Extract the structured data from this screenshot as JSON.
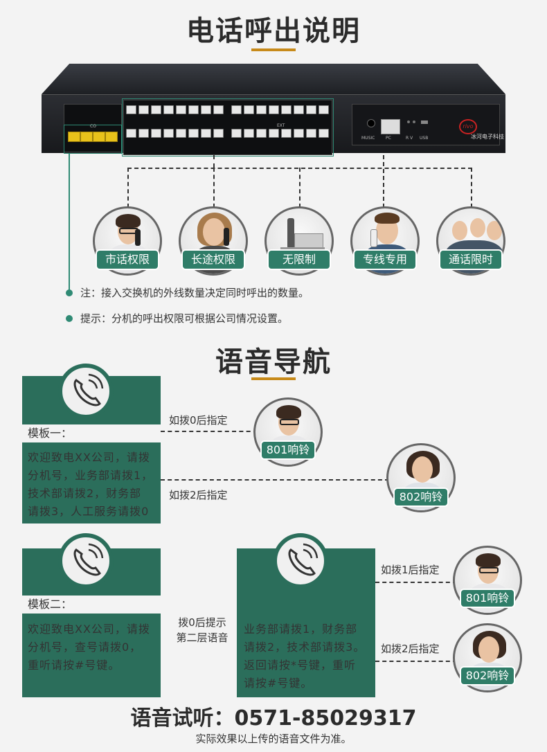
{
  "section1": {
    "title": "电话呼出说明",
    "categories": [
      {
        "label": "市话权限",
        "icon": "woman-glasses-phone"
      },
      {
        "label": "长途权限",
        "icon": "woman-phone"
      },
      {
        "label": "无限制",
        "icon": "desk-phone"
      },
      {
        "label": "专线专用",
        "icon": "man-phone"
      },
      {
        "label": "通话限时",
        "icon": "group-phone"
      }
    ],
    "notes": [
      "注：接入交换机的外线数量决定同时呼出的数量。",
      "提示：分机的呼出权限可根据公司情况设置。"
    ]
  },
  "device": {
    "brand": "冰河电子科技",
    "logo_text": "rivo",
    "port_labels": [
      "MUSIC",
      "PC",
      "R V",
      "USB",
      "EXT",
      "CO"
    ],
    "colors": {
      "chassis": "#1e2024",
      "co_port": "#e9c21b",
      "ext_port": "#e8e8e8"
    }
  },
  "section2": {
    "title": "语音导航",
    "template1": {
      "label": "模板一：",
      "text": [
        "欢迎致电XX公司，请拨",
        "分机号，业务部请拨1，",
        "技术部请拨2，财务部",
        "请拨3，人工服务请拨0"
      ],
      "routes": [
        {
          "condition": "如拨0后指定",
          "result": "801响铃"
        },
        {
          "condition": "如拨2后指定",
          "result": "802响铃"
        }
      ]
    },
    "template2": {
      "label": "模板二：",
      "text": [
        "欢迎致电XX公司，请拨",
        "分机号，查号请拨0，",
        "重听请按#号键。"
      ],
      "middle_label": [
        "拨0后提示",
        "第二层语音"
      ],
      "second_text": [
        "业务部请拨1，财务部",
        "请拨2，技术部请拨3。",
        "返回请按*号键，重听",
        "请按#号键。"
      ],
      "routes": [
        {
          "condition": "如拨1后指定",
          "result": "801响铃"
        },
        {
          "condition": "如拨2后指定",
          "result": "802响铃"
        }
      ]
    }
  },
  "footer": {
    "demo": "语音试听：0571-85029317",
    "disclaimer": "实际效果以上传的语音文件为准。"
  },
  "colors": {
    "accent_green": "#2b6e5b",
    "underline_gold": "#c78a1a"
  }
}
